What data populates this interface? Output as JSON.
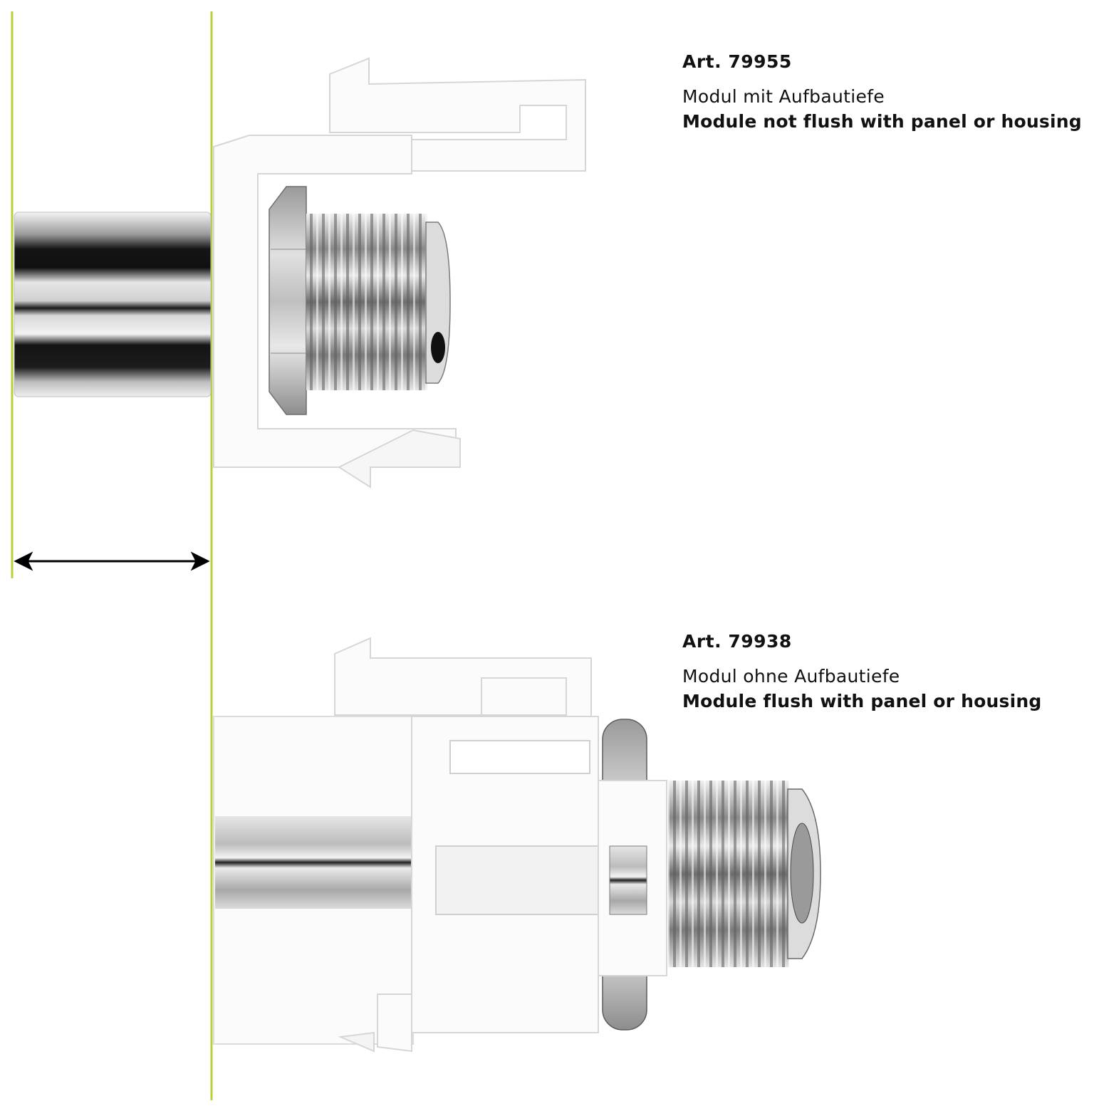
{
  "colors": {
    "guide_line": "#b5d334",
    "plastic": "#fbfbfb",
    "plastic_edge": "#d9d9d9",
    "metal_light": "#e8e8e8",
    "metal_dark": "#1a1a1a",
    "arrow": "#000000"
  },
  "modules": [
    {
      "art": "Art. 79955",
      "description_de": "Modul mit Aufbautiefe",
      "description_en": "Module not flush with panel or housing"
    },
    {
      "art": "Art. 79938",
      "description_de": "Modul ohne Aufbautiefe",
      "description_en": "Module flush with panel or housing"
    }
  ],
  "icons": [
    "double-headed-arrow-icon"
  ]
}
